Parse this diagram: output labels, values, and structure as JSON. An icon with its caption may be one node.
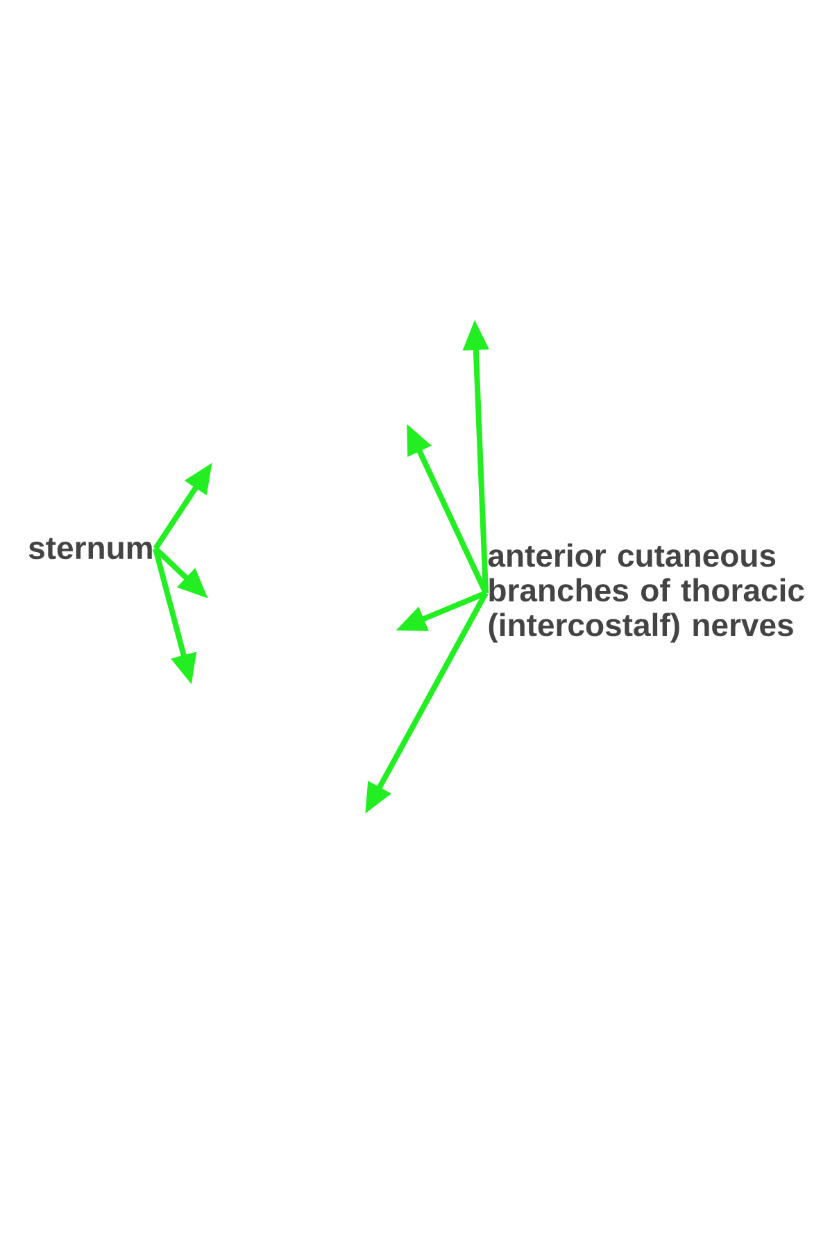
{
  "diagram": {
    "nodes": [
      {
        "text": [
          "sternum"
        ]
      },
      {
        "text": [
          "anterior cutaneous branches of thoracic (intercostalf) nerves"
        ]
      }
    ],
    "edges": [
      {
        "from": 0,
        "to": null,
        "arrow": "to"
      },
      {
        "from": 0,
        "to": null,
        "arrow": "to"
      },
      {
        "from": 0,
        "to": null,
        "arrow": "to"
      },
      {
        "from": 1,
        "to": null,
        "arrow": "to"
      },
      {
        "from": 1,
        "to": null,
        "arrow": "to"
      },
      {
        "from": 1,
        "to": null,
        "arrow": "to"
      },
      {
        "from": 1,
        "to": null,
        "arrow": "to"
      }
    ]
  }
}
